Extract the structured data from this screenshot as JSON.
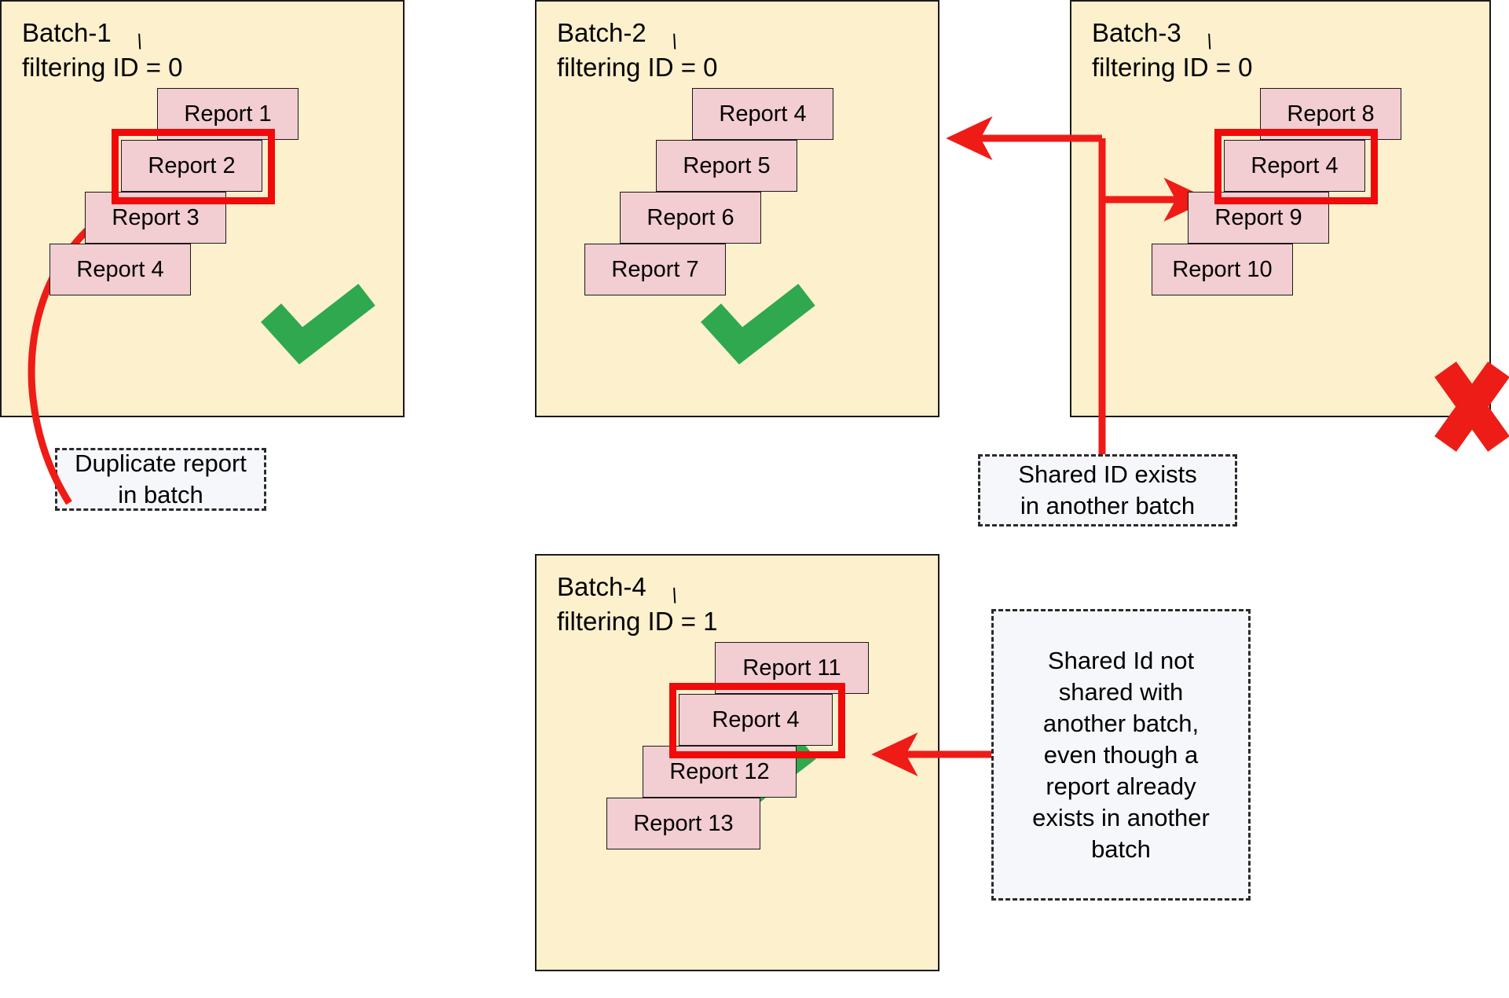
{
  "diagram": {
    "title_suffix_tick": "\\",
    "colors": {
      "batch_fill": "#fdf0cd",
      "batch_border": "#1a1a1a",
      "report_fill": "#f2cdd1",
      "report_border": "#1a1a1a",
      "highlight_red": "#f00a0a",
      "arrow_red": "#ef1b16",
      "check_green": "#2fa84f",
      "cross_red": "#ed1c16",
      "callout_fill": "#f5f7fa",
      "callout_border": "#2b2b2b"
    }
  },
  "batches": [
    {
      "id": "batch-1",
      "name": "Batch-1",
      "filter_label": "filtering ID = 0",
      "status": "valid",
      "status_icon": "green-check-icon",
      "reports": [
        {
          "label": "Report 1",
          "highlighted": false
        },
        {
          "label": "Report 2",
          "highlighted": true
        },
        {
          "label": "Report 3",
          "highlighted": false
        },
        {
          "label": "Report 4",
          "highlighted": false
        }
      ]
    },
    {
      "id": "batch-2",
      "name": "Batch-2",
      "filter_label": "filtering ID = 0",
      "status": "valid",
      "status_icon": "green-check-icon",
      "reports": [
        {
          "label": "Report 4",
          "highlighted": false
        },
        {
          "label": "Report 5",
          "highlighted": false
        },
        {
          "label": "Report 6",
          "highlighted": false
        },
        {
          "label": "Report 7",
          "highlighted": false
        }
      ]
    },
    {
      "id": "batch-3",
      "name": "Batch-3",
      "filter_label": "filtering ID = 0",
      "status": "invalid",
      "status_icon": "red-cross-icon",
      "reports": [
        {
          "label": "Report 8",
          "highlighted": false
        },
        {
          "label": "Report 4",
          "highlighted": true
        },
        {
          "label": "Report 9",
          "highlighted": false
        },
        {
          "label": "Report 10",
          "highlighted": false
        }
      ]
    },
    {
      "id": "batch-4",
      "name": "Batch-4",
      "filter_label": "filtering ID = 1",
      "status": "valid",
      "status_icon": "green-check-icon",
      "reports": [
        {
          "label": "Report 11",
          "highlighted": false
        },
        {
          "label": "Report 4",
          "highlighted": true
        },
        {
          "label": "Report 12",
          "highlighted": false
        },
        {
          "label": "Report 13",
          "highlighted": false
        }
      ]
    }
  ],
  "callouts": [
    {
      "id": "callout-duplicate",
      "text": "Duplicate report\nin batch"
    },
    {
      "id": "callout-shared-id-exists",
      "text": "Shared ID exists\nin another batch"
    },
    {
      "id": "callout-shared-id-not-shared",
      "text": "Shared Id not\nshared with\nanother batch,\neven though a\nreport already\nexists in another\nbatch"
    }
  ]
}
